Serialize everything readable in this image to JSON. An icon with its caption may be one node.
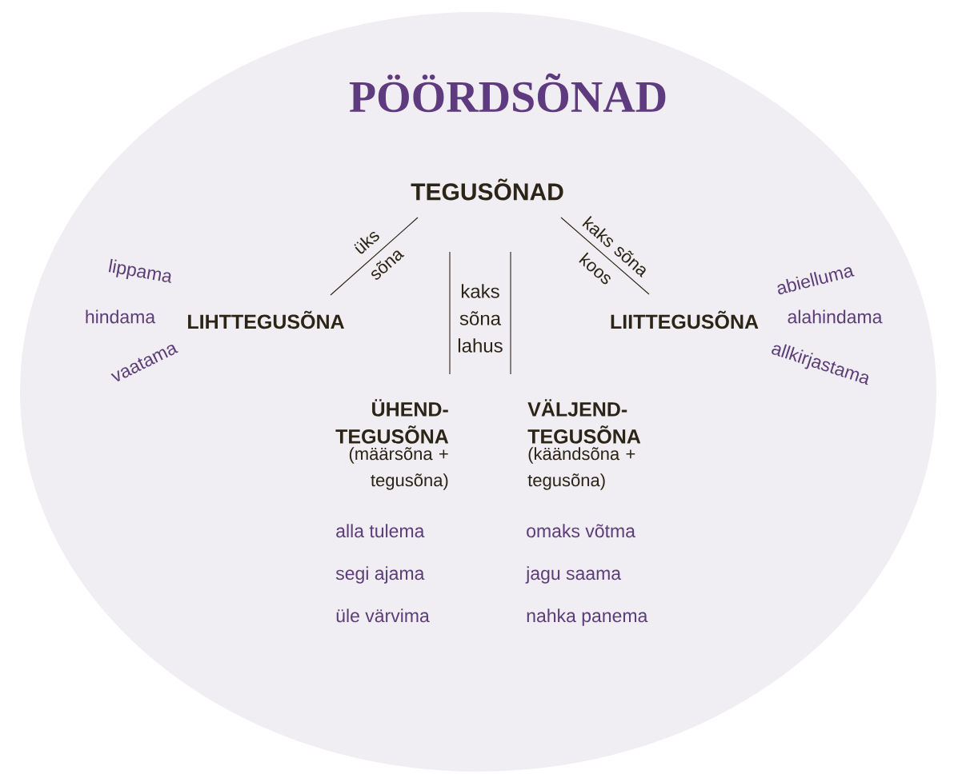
{
  "diagram": {
    "title": "PÖÖRDSÕNAD",
    "nodes": [
      {
        "text": [
          "TEGUSÕNAD"
        ]
      },
      {
        "text": [
          "LIHTTEGUSÕNA"
        ],
        "beside": [
          "lippama",
          "hindama",
          "vaatama"
        ]
      },
      {
        "text": [
          "LIITTEGUSÕNA"
        ],
        "beside": [
          "abielluma",
          "alahindama",
          "allkirjastama"
        ]
      },
      {
        "text": [
          "ÜHEND- TEGUSÕNA",
          "(määrsõna + tegusõna)"
        ],
        "beside": [
          "alla tulema",
          "segi ajama",
          "üle värvima"
        ]
      },
      {
        "text": [
          "VÄLJEND- TEGUSÕNA",
          "(käändsõna + tegusõna)"
        ],
        "beside": [
          "omaks võtma",
          "jagu saama",
          "nahka panema"
        ]
      }
    ],
    "edges": [
      {
        "from": 0,
        "to": 1,
        "arrow": "none",
        "label": "üks sõna"
      },
      {
        "from": 0,
        "to": 3,
        "arrow": "none"
      },
      {
        "from": 0,
        "to": 4,
        "arrow": "none"
      },
      {
        "from": 0,
        "to": 2,
        "arrow": "none",
        "label": "kaks sõna koos"
      }
    ],
    "labels": [
      "kaks sõna lahus"
    ]
  }
}
